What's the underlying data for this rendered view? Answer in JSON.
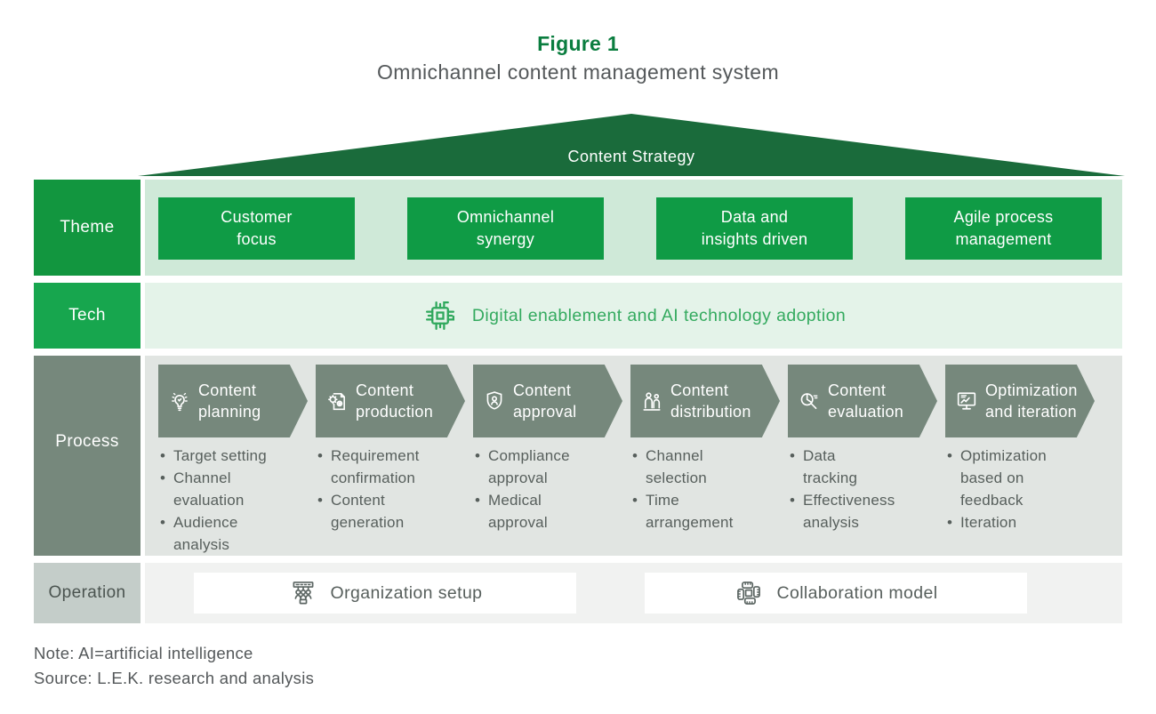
{
  "figure": {
    "label": "Figure 1",
    "title": "Omnichannel content management system"
  },
  "roof": {
    "label": "Content Strategy"
  },
  "theme": {
    "label": "Theme",
    "items": [
      "Customer\nfocus",
      "Omnichannel\nsynergy",
      "Data and\ninsights driven",
      "Agile process\nmanagement"
    ]
  },
  "tech": {
    "label": "Tech",
    "icon": "chip-icon",
    "text": "Digital enablement and AI technology adoption"
  },
  "process": {
    "label": "Process",
    "columns": [
      {
        "title": "Content\nplanning",
        "icon": "idea-lightbulb-icon",
        "bullets": [
          "Target setting",
          "Channel\nevaluation",
          "Audience\nanalysis"
        ]
      },
      {
        "title": "Content\nproduction",
        "icon": "document-gear-icon",
        "bullets": [
          "Requirement\nconfirmation",
          "Content\ngeneration"
        ]
      },
      {
        "title": "Content\napproval",
        "icon": "shield-approval-icon",
        "bullets": [
          "Compliance\napproval",
          "Medical\napproval"
        ]
      },
      {
        "title": "Content\ndistribution",
        "icon": "people-icon",
        "bullets": [
          "Channel\nselection",
          "Time\narrangement"
        ]
      },
      {
        "title": "Content\nevaluation",
        "icon": "magnifier-chart-icon",
        "bullets": [
          "Data\ntracking",
          "Effectiveness\nanalysis"
        ]
      },
      {
        "title": "Optimization\nand iteration",
        "icon": "monitor-chart-icon",
        "bullets": [
          "Optimization\nbased on\nfeedback",
          "Iteration"
        ]
      }
    ]
  },
  "operation": {
    "label": "Operation",
    "items": [
      {
        "label": "Organization setup",
        "icon": "org-chart-icon"
      },
      {
        "label": "Collaboration model",
        "icon": "collaboration-hands-icon"
      }
    ]
  },
  "notes": {
    "note": "Note: AI=artificial intelligence",
    "source": "Source: L.E.K. research and analysis"
  },
  "colors": {
    "title_green": "#0a7d3f",
    "roof_green": "#1a6b3b",
    "theme_label_green": "#12963f",
    "theme_box_green": "#0f9b45",
    "theme_bg": "#cfe9d8",
    "tech_label_green": "#17a64e",
    "tech_bg": "#e4f3e9",
    "tech_text_green": "#34aa5f",
    "process_gray_green": "#76887c",
    "process_bg": "#e1e5e2",
    "operation_label_bg": "#c4cdc9",
    "operation_bg": "#f1f2f1",
    "body_text_gray": "#54585a"
  }
}
